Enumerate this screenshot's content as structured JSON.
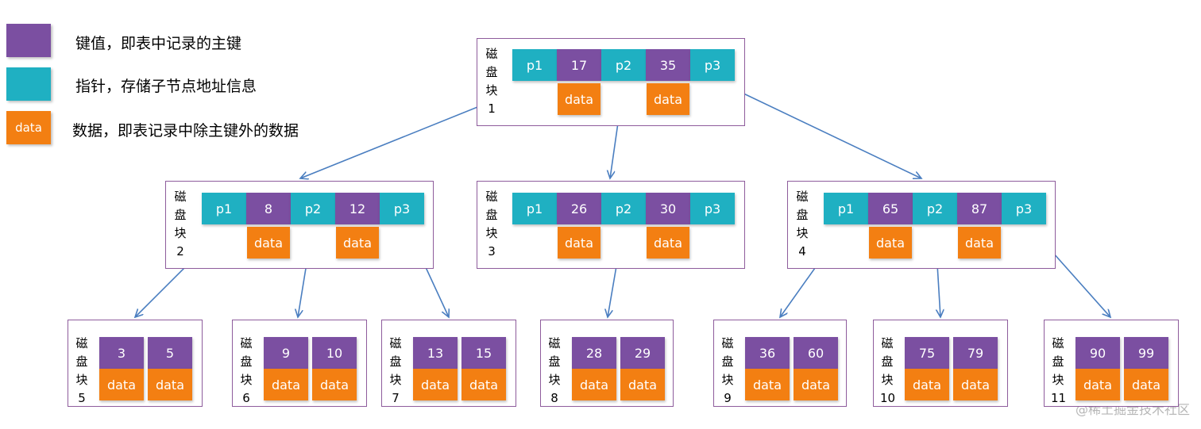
{
  "legend": [
    {
      "swatch": "",
      "text": "键值，即表中记录的主键",
      "color": "#7b4fa1"
    },
    {
      "swatch": "",
      "text": "指针，存储子节点地址信息",
      "color": "#1fb0c2"
    },
    {
      "swatch": "data",
      "text": "数据，即表记录中除主键外的数据",
      "color": "#f37f12"
    }
  ],
  "block_chars": [
    "磁",
    "盘",
    "块"
  ],
  "data_label": "data",
  "pointer_labels": [
    "p1",
    "p2",
    "p3"
  ],
  "root": {
    "number": "1",
    "keys": [
      "17",
      "35"
    ]
  },
  "level2": [
    {
      "number": "2",
      "keys": [
        "8",
        "12"
      ]
    },
    {
      "number": "3",
      "keys": [
        "26",
        "30"
      ]
    },
    {
      "number": "4",
      "keys": [
        "65",
        "87"
      ]
    }
  ],
  "leaves": [
    {
      "number": "5",
      "keys": [
        "3",
        "5"
      ]
    },
    {
      "number": "6",
      "keys": [
        "9",
        "10"
      ]
    },
    {
      "number": "7",
      "keys": [
        "13",
        "15"
      ]
    },
    {
      "number": "8",
      "keys": [
        "28",
        "29"
      ]
    },
    {
      "number": "9",
      "keys": [
        "36",
        "60"
      ]
    },
    {
      "number": "10",
      "keys": [
        "75",
        "79"
      ]
    },
    {
      "number": "11",
      "keys": [
        "90",
        "99"
      ]
    }
  ],
  "watermark": "@稀土掘金技术社区",
  "colors": {
    "key": "#7b4fa1",
    "pointer": "#1fb0c2",
    "data": "#f37f12",
    "border": "#8e5c9c",
    "arrow": "#4a7ec0"
  }
}
